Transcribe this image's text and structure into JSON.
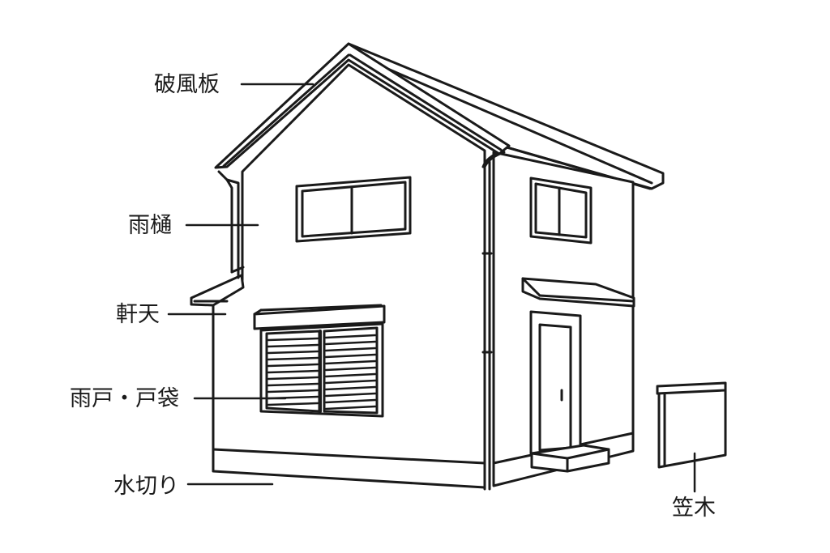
{
  "diagram": {
    "line_color": "#1a1a1a",
    "background": "#ffffff",
    "labels": {
      "hafuita": "破風板",
      "amadoi": "雨樋",
      "nokiten": "軒天",
      "amado_tobukuro": "雨戸・戸袋",
      "mizukiri": "水切り",
      "kasagi": "笠木"
    }
  }
}
